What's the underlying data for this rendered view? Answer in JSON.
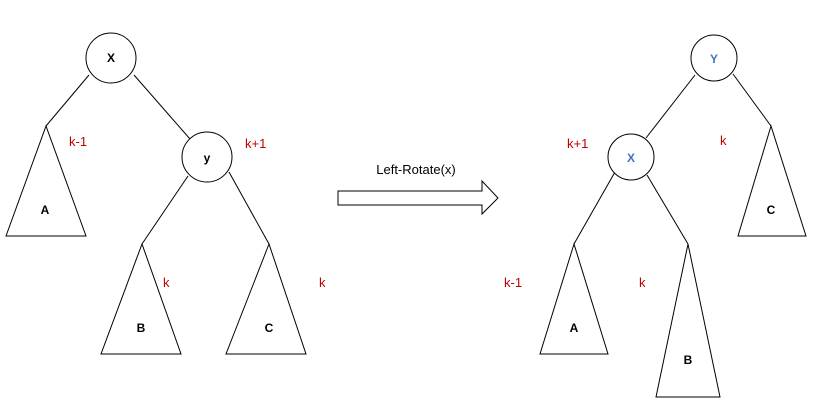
{
  "colors": {
    "height_label": "#c00000",
    "rotated_node_label": "#4472c4",
    "default_label": "#000000"
  },
  "left_tree": {
    "node_x": "X",
    "node_y": "y",
    "subtree_a": "A",
    "subtree_b": "B",
    "subtree_c": "C",
    "height_a": "k-1",
    "height_y": "k+1",
    "height_b": "k",
    "height_c": "k"
  },
  "operation": {
    "label": "Left-Rotate(x)"
  },
  "right_tree": {
    "node_y": "Y",
    "node_x": "X",
    "subtree_a": "A",
    "subtree_b": "B",
    "subtree_c": "C",
    "height_x": "k+1",
    "height_c": "k",
    "height_a": "k-1",
    "height_b": "k"
  }
}
